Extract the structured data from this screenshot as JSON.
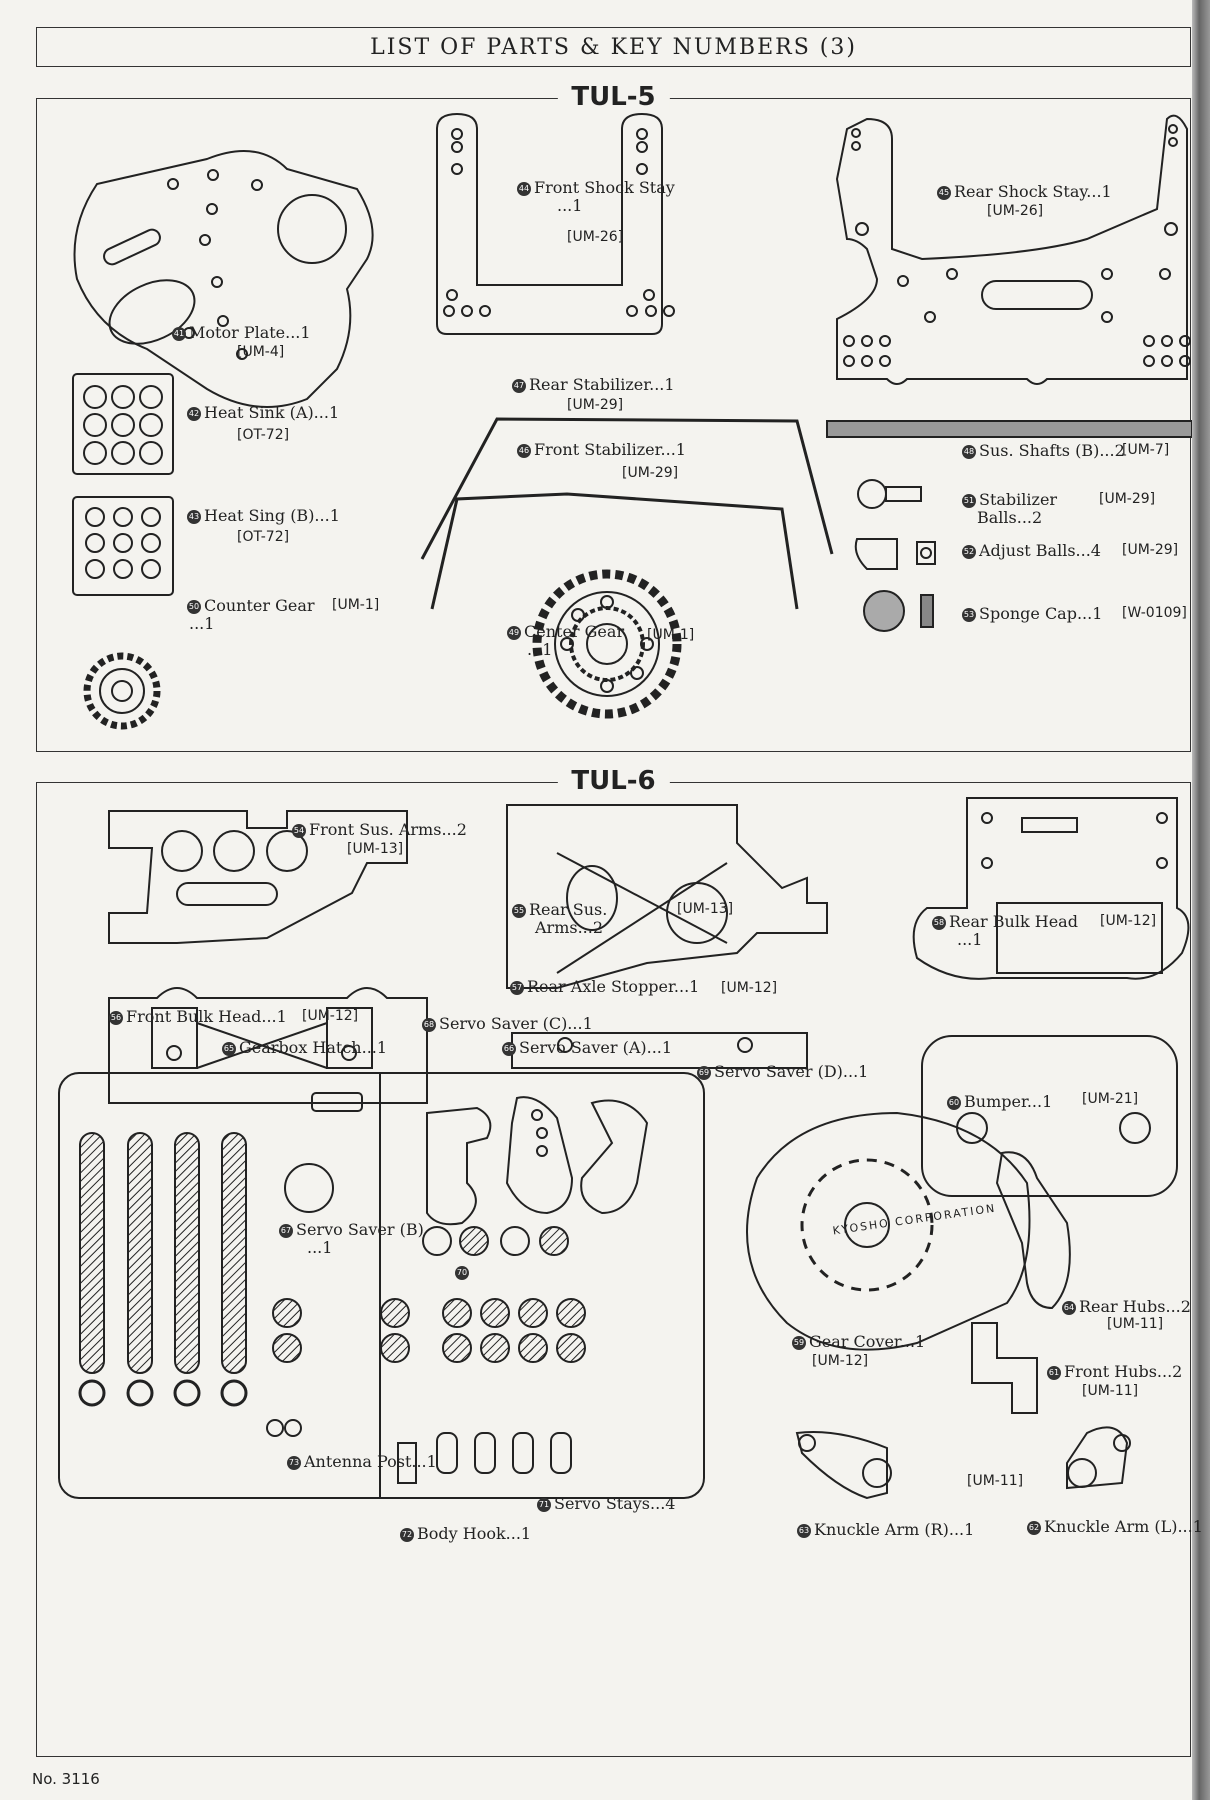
{
  "header": {
    "title": "LIST OF PARTS & KEY NUMBERS (3)"
  },
  "footer": {
    "doc_number": "No. 3116"
  },
  "tul5": {
    "label": "TUL-5",
    "parts": [
      {
        "num": "41",
        "name": "Motor Plate...1",
        "code": "[UM-4]"
      },
      {
        "num": "44",
        "name": "Front Shock Stay",
        "qty": "...1",
        "code": "[UM-26]"
      },
      {
        "num": "45",
        "name": "Rear Shock Stay...1",
        "code": "[UM-26]"
      },
      {
        "num": "42",
        "name": "Heat Sink (A)...1",
        "code": "[OT-72]"
      },
      {
        "num": "47",
        "name": "Rear Stabilizer...1",
        "code": "[UM-29]"
      },
      {
        "num": "48",
        "name": "Sus. Shafts (B)...2",
        "code": "[UM-7]"
      },
      {
        "num": "46",
        "name": "Front Stabilizer...1",
        "code": "[UM-29]"
      },
      {
        "num": "43",
        "name": "Heat Sing (B)...1",
        "code": "[OT-72]"
      },
      {
        "num": "51",
        "name": "Stabilizer",
        "qty": "Balls...2",
        "code": "[UM-29]"
      },
      {
        "num": "52",
        "name": "Adjust Balls...4",
        "code": "[UM-29]"
      },
      {
        "num": "50",
        "name": "Counter Gear",
        "qty": "...1",
        "code": "[UM-1]"
      },
      {
        "num": "49",
        "name": "Center Gear",
        "qty": "...1",
        "code": "[UM-1]"
      },
      {
        "num": "53",
        "name": "Sponge Cap...1",
        "code": "[W-0109]"
      }
    ]
  },
  "tul6": {
    "label": "TUL-6",
    "parts": [
      {
        "num": "54",
        "name": "Front Sus. Arms...2",
        "code": "[UM-13]"
      },
      {
        "num": "55",
        "name": "Rear Sus.",
        "qty": "Arms...2",
        "code": "[UM-13]"
      },
      {
        "num": "58",
        "name": "Rear Bulk Head",
        "qty": "...1",
        "code": "[UM-12]"
      },
      {
        "num": "57",
        "name": "Rear Axle Stopper...1",
        "code": "[UM-12]"
      },
      {
        "num": "56",
        "name": "Front Bulk Head...1",
        "code": "[UM-12]"
      },
      {
        "num": "68",
        "name": "Servo Saver (C)...1"
      },
      {
        "num": "65",
        "name": "Gearbox Hatch...1"
      },
      {
        "num": "66",
        "name": "Servo Saver (A)...1"
      },
      {
        "num": "69",
        "name": "Servo Saver (D)...1"
      },
      {
        "num": "60",
        "name": "Bumper...1",
        "code": "[UM-21]"
      },
      {
        "num": "67",
        "name": "Servo Saver (B)",
        "qty": "...1"
      },
      {
        "num": "70",
        "name": ""
      },
      {
        "num": "64",
        "name": "Rear Hubs...2",
        "code": "[UM-11]"
      },
      {
        "num": "59",
        "name": "Gear Cover...1",
        "code": "[UM-12]"
      },
      {
        "num": "61",
        "name": "Front Hubs...2",
        "code": "[UM-11]"
      },
      {
        "num": "73",
        "name": "Antenna Post...1"
      },
      {
        "num": "71",
        "name": "Servo Stays...4"
      },
      {
        "num": "72",
        "name": "Body Hook...1"
      },
      {
        "num": "63",
        "name": "Knuckle Arm (R)...1"
      },
      {
        "num": "62",
        "name": "Knuckle Arm (L)...1"
      },
      {
        "num": "",
        "name": "",
        "code": "[UM-11]"
      }
    ],
    "gear_cover_text": "KYOSHO CORPORATION"
  },
  "colors": {
    "ink": "#222222",
    "paper": "#f4f3ef"
  }
}
